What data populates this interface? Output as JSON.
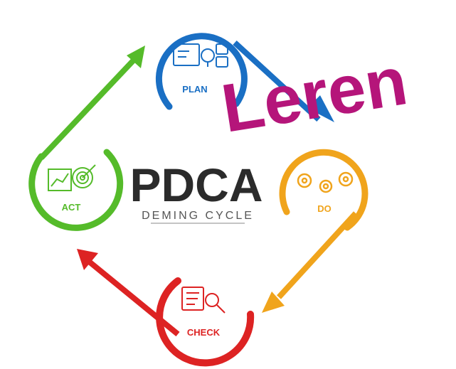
{
  "diagram": {
    "title": "PDCA",
    "subtitle": "DEMING CYCLE",
    "overlay_text": "Leren",
    "stages": [
      {
        "key": "plan",
        "label": "PLAN",
        "color": "#1a6fc4",
        "icon": "planning-board-icon"
      },
      {
        "key": "do",
        "label": "DO",
        "color": "#f0a41c",
        "icon": "gears-icon"
      },
      {
        "key": "check",
        "label": "CHECK",
        "color": "#dd2323",
        "icon": "checklist-magnifier-icon"
      },
      {
        "key": "act",
        "label": "ACT",
        "color": "#55bb2a",
        "icon": "chart-target-icon"
      }
    ],
    "colors": {
      "overlay": "#b5157a",
      "title": "#2b2b2b"
    }
  }
}
